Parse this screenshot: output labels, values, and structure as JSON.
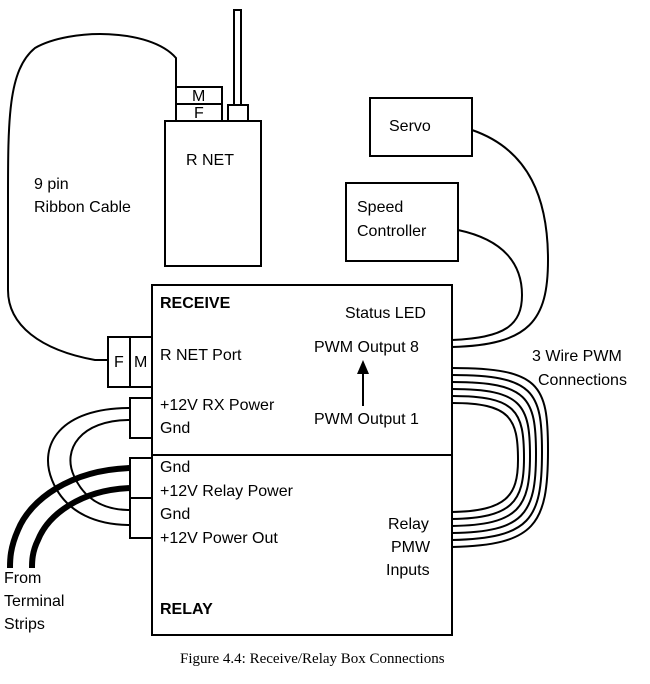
{
  "rnet": {
    "label": "R NET",
    "connector_top": "M",
    "connector_bottom": "F"
  },
  "cable": {
    "line1": "9 pin",
    "line2": "Ribbon Cable"
  },
  "servo": {
    "label": "Servo"
  },
  "speed_controller": {
    "line1": "Speed",
    "line2": "Controller"
  },
  "receive": {
    "title": "RECEIVE",
    "status_led": "Status LED",
    "rnet_port": "R NET Port",
    "port_f": "F",
    "port_m": "M",
    "pwm8": "PWM Output 8",
    "pwm1": "PWM Output 1",
    "rx_power": "+12V RX Power",
    "gnd": "Gnd"
  },
  "relay": {
    "title": "RELAY",
    "gnd1": "Gnd",
    "relay_power": "+12V Relay Power",
    "gnd2": "Gnd",
    "power_out": "+12V Power Out",
    "inputs_line1": "Relay",
    "inputs_line2": "PMW",
    "inputs_line3": "Inputs"
  },
  "pwm_connections": {
    "line1": "3 Wire PWM",
    "line2": "Connections"
  },
  "terminal": {
    "line1": "From",
    "line2": "Terminal",
    "line3": "Strips"
  },
  "caption": "Figure 4.4: Receive/Relay Box Connections"
}
